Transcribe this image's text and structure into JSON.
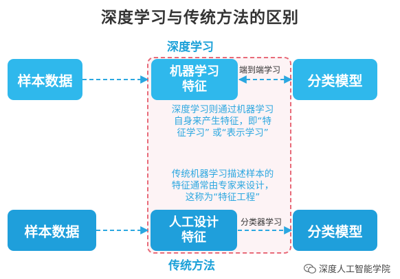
{
  "title": "深度学习与传统方法的区别",
  "deep_learning": {
    "label": "深度学习",
    "input": "样本数据",
    "feature_box": [
      "机器学习",
      "特征"
    ],
    "edge_label": "端到端学习",
    "output": "分类模型",
    "description": [
      "深度学习则通过机器学习",
      "自身来产生特征，即“特",
      "征学习” 或“表示学习”"
    ]
  },
  "traditional": {
    "label": "传统方法",
    "input": "样本数据",
    "feature_box": [
      "人工设计",
      "特征"
    ],
    "edge_label": "分类器学习",
    "output": "分类模型",
    "description": [
      "传统机器学习描述样本的",
      "特征通常由专家来设计，",
      "这称为“特征工程”"
    ]
  },
  "watermark": "深度人工智能学院",
  "colors": {
    "box_light": "#2fb8ec",
    "box_dark": "#1f9fdb",
    "region_border": "#e86a78",
    "text_accent": "#2ca7e0"
  }
}
